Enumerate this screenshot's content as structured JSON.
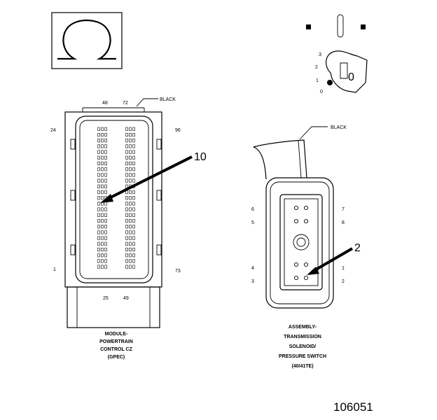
{
  "connector_a": {
    "top_left_pin": "48",
    "top_right_pin": "72",
    "color_callout": "BLACK",
    "left_top_pin": "24",
    "right_top_pin": "96",
    "left_bottom_pin": "1",
    "right_bottom_pin": "73",
    "bottom_left_pin": "25",
    "bottom_right_pin": "49",
    "pointer_number": "10",
    "caption": [
      "MODULE-",
      "POWERTRAIN",
      "CONTROL CZ",
      "(GPEC)"
    ]
  },
  "connector_b": {
    "color_callout": "BLACK",
    "left_pins": [
      "6",
      "5",
      "4",
      "3"
    ],
    "right_pins": [
      "7",
      "8",
      "1",
      "2"
    ],
    "pointer_number": "2",
    "caption": [
      "ASSEMBLY-",
      "TRANSMISSION",
      "SOLENOID/",
      "PRESSURE SWITCH",
      "(40/41TE)"
    ]
  },
  "key_switch": {
    "positions": [
      "3",
      "2",
      "1",
      "0"
    ],
    "key_label": "0"
  },
  "figure_number": "106051"
}
